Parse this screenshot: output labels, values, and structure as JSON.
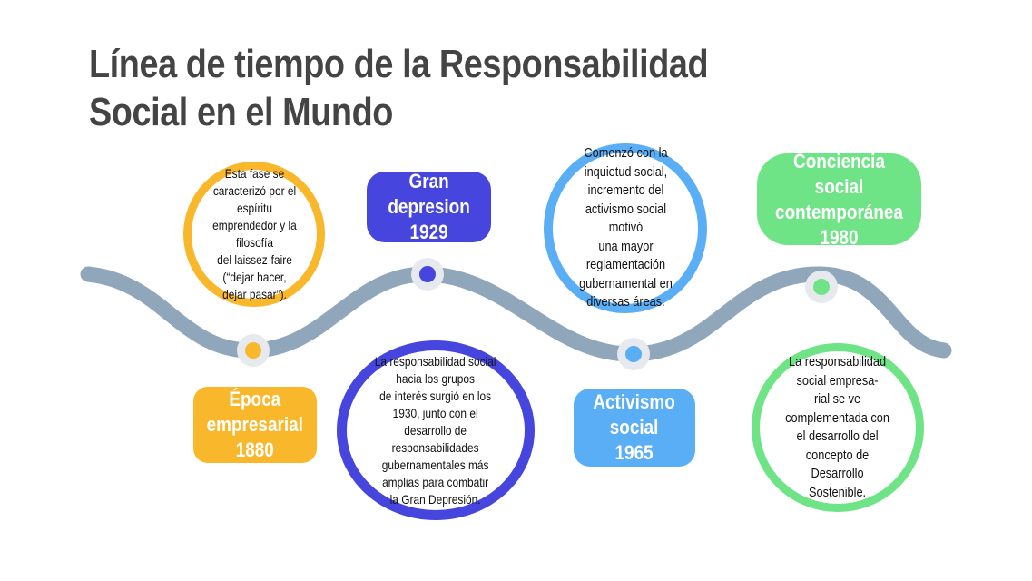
{
  "title": "Línea de tiempo de la Responsabilidad Social en el Mundo",
  "colors": {
    "yellow": "#f9b82b",
    "blue": "#4646df",
    "sky": "#5aaef5",
    "green": "#6ee487",
    "track": "#8fa6bb",
    "title": "#444444"
  },
  "milestones": [
    {
      "label": "Época\nempresarial\n1880",
      "description": "Esta fase se\ncaracterizó por el\nespíritu\nemprendedor y la\nfilosofía\ndel laissez-faire\n(“dejar hacer,\ndejar pasar”)."
    },
    {
      "label": "Gran\ndepresion\n1929",
      "description": "La responsabilidad social\nhacia los grupos\nde interés surgió en los\n1930, junto con el\ndesarrollo de\nresponsabilidades\ngubernamentales más\namplias para combatir\nla Gran Depresión."
    },
    {
      "label": "Activismo\nsocial\n1965",
      "description": "Comenzó con la\ninquietud social,\nincremento del\nactivismo social\nmotivó\nuna mayor\nreglamentación\ngubernamental en\ndiversas áreas."
    },
    {
      "label": "Conciencia social\ncontemporánea\n1980",
      "description": "La responsabilidad\nsocial empresa-\nrial se ve\ncomplementada con\nel desarrollo del\nconcepto de\nDesarrollo\nSostenible."
    }
  ]
}
